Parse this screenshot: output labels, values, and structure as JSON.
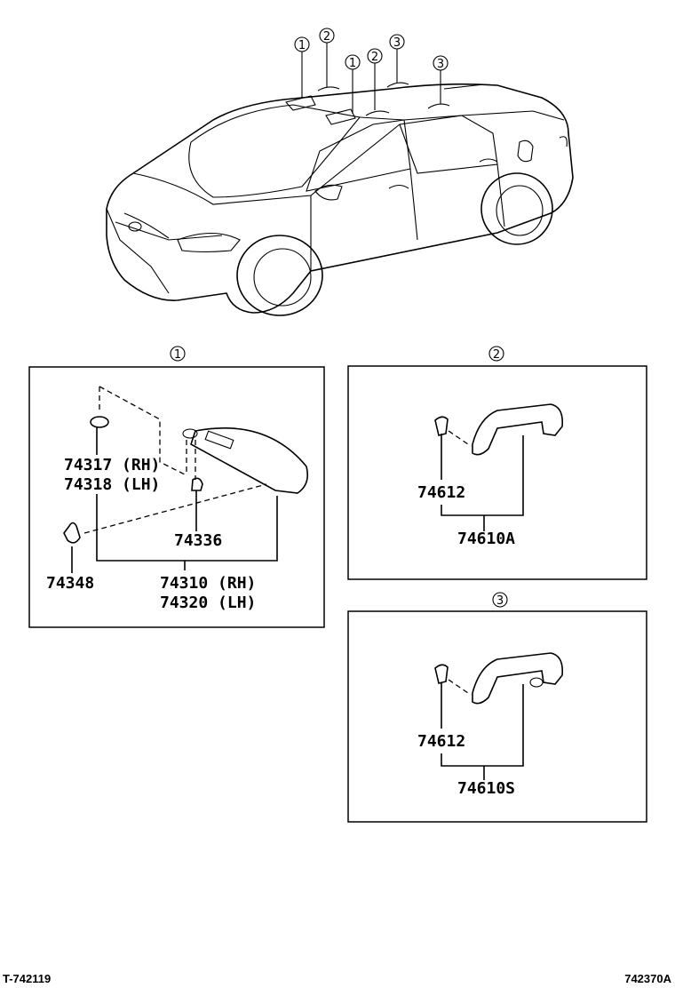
{
  "callouts": {
    "c1": "1",
    "c2": "2",
    "c3": "3"
  },
  "panel1": {
    "callout": "1",
    "parts": {
      "holder_rh": "74317 (RH)",
      "holder_lh": "74318 (LH)",
      "clip": "74336",
      "hook": "74348",
      "visor_rh": "74310 (RH)",
      "visor_lh": "74320 (LH)"
    }
  },
  "panel2": {
    "callout": "2",
    "parts": {
      "cover": "74612",
      "grip": "74610A"
    }
  },
  "panel3": {
    "callout": "3",
    "parts": {
      "cover": "74612",
      "grip": "74610S"
    }
  },
  "footer": {
    "left_code": "T-742119",
    "right_code": "742370A"
  }
}
